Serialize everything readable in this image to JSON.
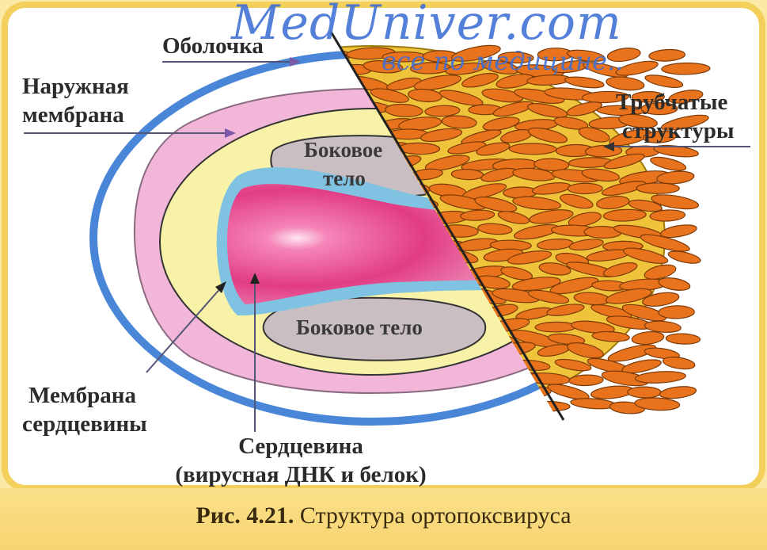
{
  "watermark": {
    "site": "MedUniver.com",
    "tagline": "все по медицине.."
  },
  "labels": {
    "envelope": "Оболочка",
    "outer_membrane_line1": "Наружная",
    "outer_membrane_line2": "мембрана",
    "tubular_line1": "Трубчатые",
    "tubular_line2": "структуры",
    "lateral_body_top_line1": "Боковое",
    "lateral_body_top_line2": "тело",
    "lateral_body_bottom": "Боковое тело",
    "core_membrane_line1": "Мембрана",
    "core_membrane_line2": "сердцевины",
    "core_line1": "Сердцевина",
    "core_line2": "(вирусная ДНК и белок)"
  },
  "caption": {
    "number": "Рис. 4.21.",
    "text": "Структура ортопоксвируса"
  },
  "colors": {
    "background": "#fbe9a6",
    "panel": "#ffffff",
    "envelope": "#4a86d8",
    "outer_membrane": "#f2b6d8",
    "inner_zone": "#f7f2a8",
    "lateral_body": "#c9bfc2",
    "core": "#e23c84",
    "core_membrane": "#7fc2e2",
    "tubules": "#e8731c",
    "tubule_background": "#f0c43a"
  }
}
